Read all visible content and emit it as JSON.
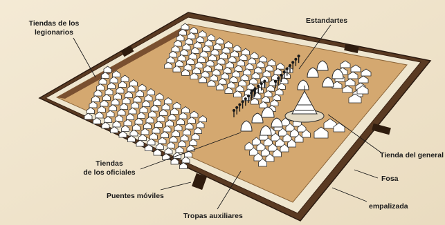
{
  "labels": {
    "legionarios_line1": "Tiendas de los",
    "legionarios_line2": "legionarios",
    "estandartes": "Estandartes",
    "oficiales_line1": "Tiendas",
    "oficiales_line2": "de los oficiales",
    "puentes": "Puentes móviles",
    "tropas": "Tropas auxiliares",
    "tienda_general": "Tienda del general",
    "fosa": "Fosa",
    "empalizada": "empalizada"
  },
  "colors": {
    "background": "#f1e6cf",
    "ground": "#d4a870",
    "palisade": "#5a3a22",
    "palisade_dark": "#3c2414",
    "wall_top": "#efe6cf",
    "tent_fill": "#ffffff",
    "tent_shade": "#dddddd",
    "outline": "#2a2a2a"
  }
}
